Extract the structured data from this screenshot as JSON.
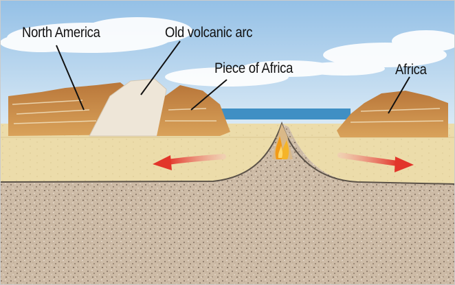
{
  "labels": {
    "north_america": "North America",
    "old_volcanic_arc": "Old volcanic arc",
    "piece_of_africa": "Piece of Africa",
    "africa": "Africa"
  },
  "colors": {
    "sky_top": "#9ec6e8",
    "sky_bottom": "#dcebf6",
    "ocean": "#3f8fc4",
    "crust": "#ead9a6",
    "mantle": "#c9b8a4",
    "continent": "#c98a3f",
    "arc_rock": "#eee6d8",
    "arrow": "#e2352a",
    "magma": "#f2a21a"
  }
}
